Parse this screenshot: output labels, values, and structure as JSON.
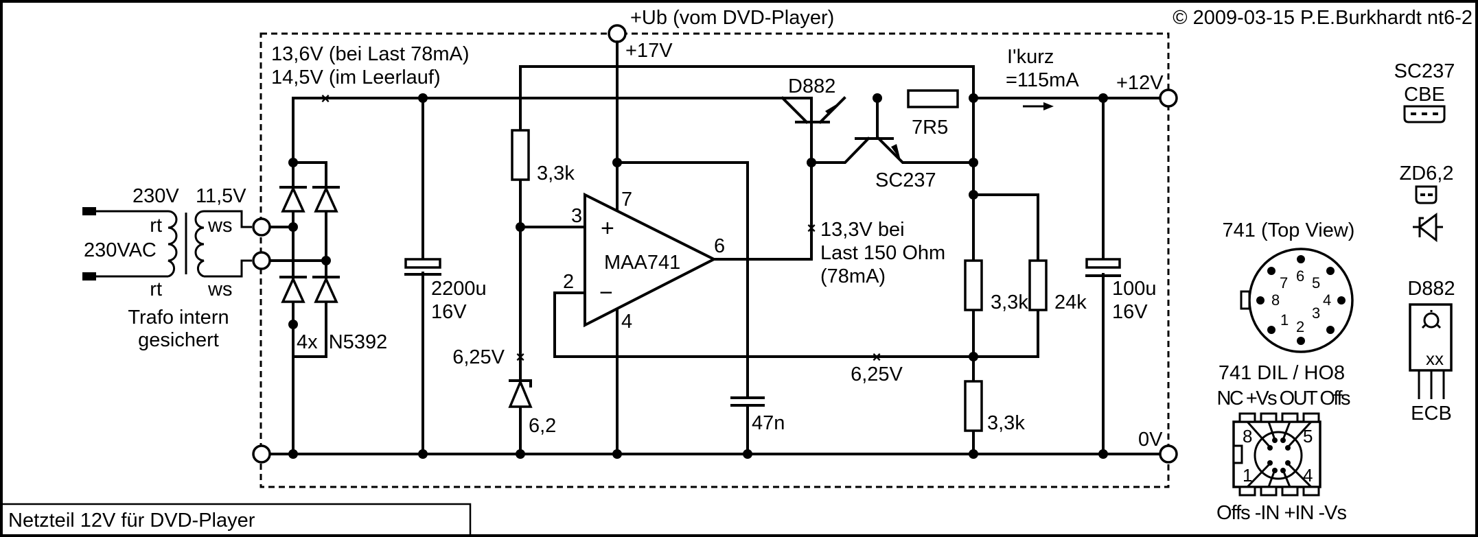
{
  "diagram": {
    "title_block": "Netzteil 12V für DVD-Player",
    "copyright": "© 2009-03-15 P.E.Burkhardt nt6-2",
    "colors": {
      "ink": "#000000",
      "background": "#ffffff"
    }
  },
  "terminals": {
    "ub_in": "+Ub (vom DVD-Player)",
    "ub_value": "+17V",
    "out_12v": "+12V",
    "out_0v": "0V"
  },
  "transformer": {
    "primary_voltage": "230V",
    "secondary_voltage": "11,5V",
    "mains": "230VAC",
    "primary_wire_top": "rt",
    "primary_wire_bottom": "rt",
    "secondary_wire_top": "ws",
    "secondary_wire_bottom": "ws",
    "note_line1": "Trafo intern",
    "note_line2": "gesichert"
  },
  "annotations": {
    "raw_voltage_load": "13,6V (bei Last 78mA)",
    "raw_voltage_idle": "14,5V (im Leerlauf)",
    "short_circuit_line1": "I'kurz",
    "short_circuit_line2": "=115mA",
    "base_voltage_line1": "13,3V bei",
    "base_voltage_line2": "Last 150 Ohm",
    "base_voltage_line3": "(78mA)",
    "ref_voltage": "6,25V",
    "fb_voltage": "6,25V"
  },
  "components": {
    "bridge": "4x IN5392",
    "c1_value": "2200u",
    "c1_voltage": "16V",
    "r1": "3,3k",
    "zener": "6,2",
    "opamp": "MAA741",
    "opamp_pin_plus": "3",
    "opamp_pin_minus": "2",
    "opamp_pin_out": "6",
    "opamp_pin_vplus": "7",
    "opamp_pin_vminus": "4",
    "plus_sign": "+",
    "minus_sign": "−",
    "c2": "47n",
    "q1": "D882",
    "q2": "SC237",
    "r_sense": "7R5",
    "r_div_top": "3,3k",
    "r_div_par": "24k",
    "r_div_bot": "3,3k",
    "c3_value": "100u",
    "c3_voltage": "16V"
  },
  "pinouts": {
    "sc237_title": "SC237",
    "sc237_pins": "CBE",
    "zd_title": "ZD6,2",
    "to5_title": "741 (Top View)",
    "to5_pins": [
      "1",
      "2",
      "3",
      "4",
      "5",
      "6",
      "7",
      "8"
    ],
    "dil_title": "741 DIL / HO8",
    "dil_top_labels": "NC +Vs OUT Offs",
    "dil_bottom_labels": "Offs -IN  +IN -Vs",
    "dil_pin8": "8",
    "dil_pin5": "5",
    "dil_pin1": "1",
    "dil_pin4": "4",
    "d882_title": "D882",
    "d882_marking": "xx",
    "d882_pins": "ECB"
  }
}
